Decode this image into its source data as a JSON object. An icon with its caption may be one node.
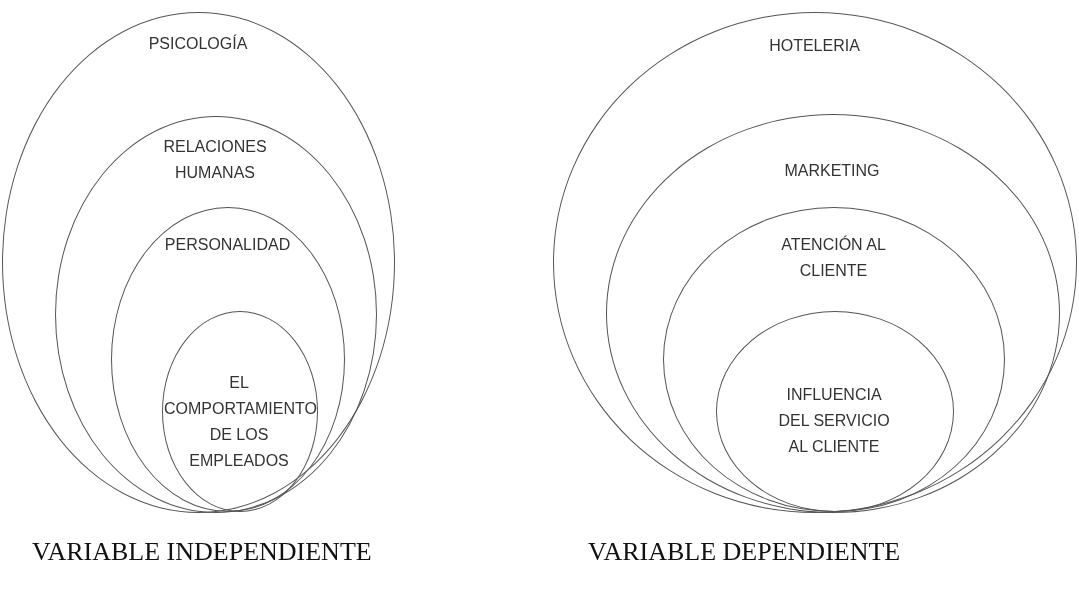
{
  "diagram": {
    "nodes": [
      {
        "text": [
          "PSICOLOGÍA"
        ]
      },
      {
        "text": [
          "RELACIONES HUMANAS"
        ],
        "in": 0
      },
      {
        "text": [
          "PERSONALIDAD"
        ],
        "in": 1
      },
      {
        "text": [
          "EL COMPORTAMIENTO DE LOS EMPLEADOS"
        ],
        "in": 2
      },
      {
        "text": [
          "HOTELERIA"
        ]
      },
      {
        "text": [
          "MARKETING"
        ],
        "in": 4
      },
      {
        "text": [
          "ATENCIÓN AL CLIENTE"
        ],
        "in": 5
      },
      {
        "text": [
          "INFLUENCIA DEL SERVICIO AL CLIENTE"
        ],
        "in": 6
      }
    ],
    "labels": [
      "VARIABLE INDEPENDIENTE",
      "VARIABLE DEPENDIENTE"
    ]
  }
}
